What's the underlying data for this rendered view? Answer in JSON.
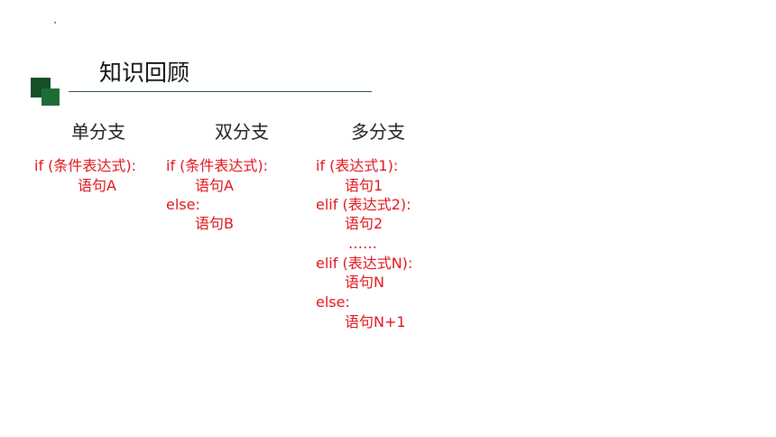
{
  "title": "知识回顾",
  "columns": [
    {
      "heading": "单分支",
      "lines": [
        "if  (条件表达式):",
        "语句A"
      ]
    },
    {
      "heading": "双分支",
      "lines": [
        "if  (条件表达式):",
        "语句A",
        "else:",
        "语句B"
      ]
    },
    {
      "heading": "多分支",
      "lines": [
        "if  (表达式1):",
        "语句1",
        "elif (表达式2):",
        "语句2",
        "……",
        "elif (表达式N):",
        "语句N",
        "else:",
        "语句N+1"
      ]
    }
  ],
  "colors": {
    "accent_dark": "#14502a",
    "accent_mid": "#1f6b36",
    "code_text": "#e1141b"
  }
}
